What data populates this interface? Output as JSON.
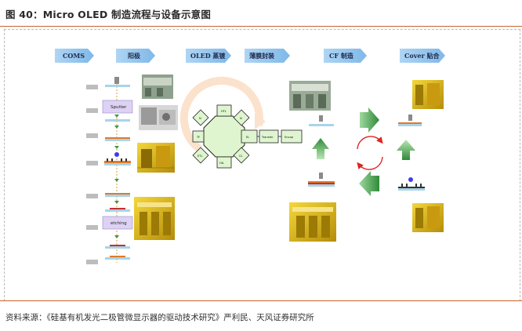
{
  "figure": {
    "title": "图 40：Micro OLED 制造流程与设备示意图",
    "source": "资料来源：《硅基有机发光二极管微显示器的驱动技术研究》严利民、天风证券研究所"
  },
  "stages": [
    {
      "label": "COMS"
    },
    {
      "label": "阳极"
    },
    {
      "label": "OLED 蒸镀"
    },
    {
      "label": "薄膜封装"
    },
    {
      "label": "CF 制造"
    },
    {
      "label": "Cover 贴合"
    }
  ],
  "process_steps": {
    "sputter_label": "Sputter",
    "etching_label": "etching"
  },
  "cluster_tool": {
    "chambers": [
      "TF",
      "EL",
      "ML",
      "HIL",
      "HTL",
      "N",
      "N",
      "ETL",
      "CL"
    ],
    "inline_modules": [
      "EL",
      "Transfer",
      "Encap"
    ]
  },
  "colors": {
    "accent_rule": "#c8642a",
    "stage_arrow": "#8fc3ec",
    "chamber_fill": "#dff5d0",
    "photo_yellow": "#e8c21a",
    "green_arrow": "#3f9a44",
    "cycle_red": "#e02424"
  }
}
